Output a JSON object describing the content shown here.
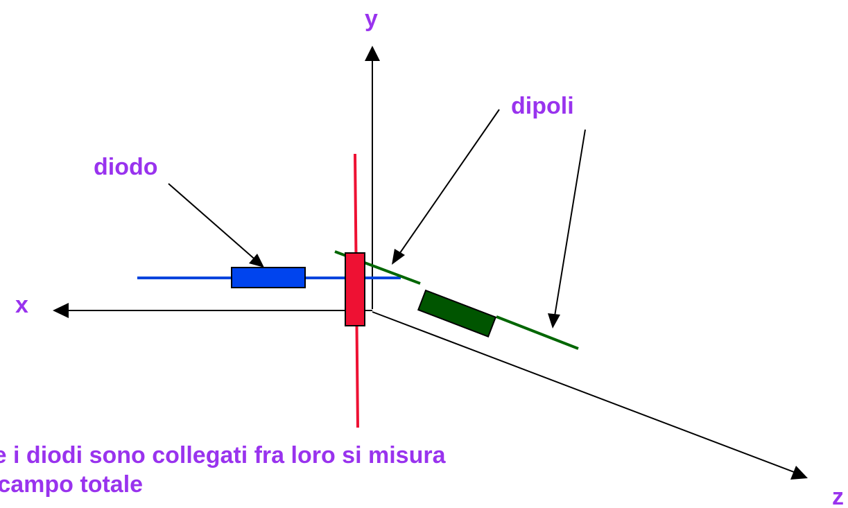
{
  "axes": {
    "x_label": "x",
    "y_label": "y",
    "z_label": "z"
  },
  "labels": {
    "diodo": "diodo",
    "dipoli": "dipoli"
  },
  "note": {
    "line1": "Se i diodi sono collegati fra loro si misura",
    "line2": "il campo totale"
  },
  "colors": {
    "label": "#9933ee",
    "axis": "#000000",
    "dipole_x": "#0044dd",
    "dipole_y": "#ee1133",
    "dipole_z": "#006600",
    "diode_x_fill": "#0044ee",
    "diode_y_fill": "#ee1133",
    "diode_z_fill": "#005500"
  }
}
